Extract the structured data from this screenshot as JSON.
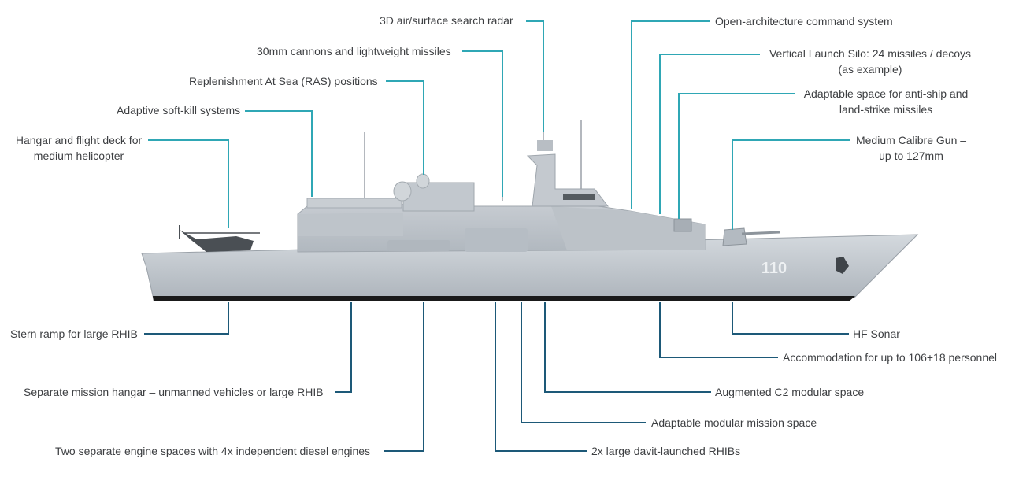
{
  "labels": {
    "radar": "3D air/surface search radar",
    "open_arch": "Open-architecture command system",
    "cannons": "30mm cannons and lightweight missiles",
    "vls_1": "Vertical Launch Silo:  24 missiles / decoys",
    "vls_2": "(as example)",
    "ras": "Replenishment At Sea (RAS) positions",
    "antiship_1": "Adaptable space for anti-ship and",
    "antiship_2": "land-strike missiles",
    "softkill": "Adaptive soft-kill systems",
    "gun_1": "Medium Calibre Gun –",
    "gun_2": "up to 127mm",
    "hangar_1": "Hangar and flight deck for",
    "hangar_2": "medium helicopter",
    "stern": "Stern ramp for large RHIB",
    "sonar": "HF Sonar",
    "accommodation": "Accommodation for up to 106+18 personnel",
    "mission_hangar": "Separate mission hangar – unmanned vehicles or large RHIB",
    "c2": "Augmented C2 modular space",
    "modular": "Adaptable modular mission space",
    "engines": "Two separate engine spaces with 4x independent diesel engines",
    "rhibs": "2x large davit-launched RHIBs"
  },
  "ship": {
    "hull_number": "110"
  },
  "colors": {
    "upper_leader": "#2fa7b5",
    "lower_leader": "#1d5978",
    "hull": "#c3c9cf",
    "keel": "#1a1a1a"
  }
}
